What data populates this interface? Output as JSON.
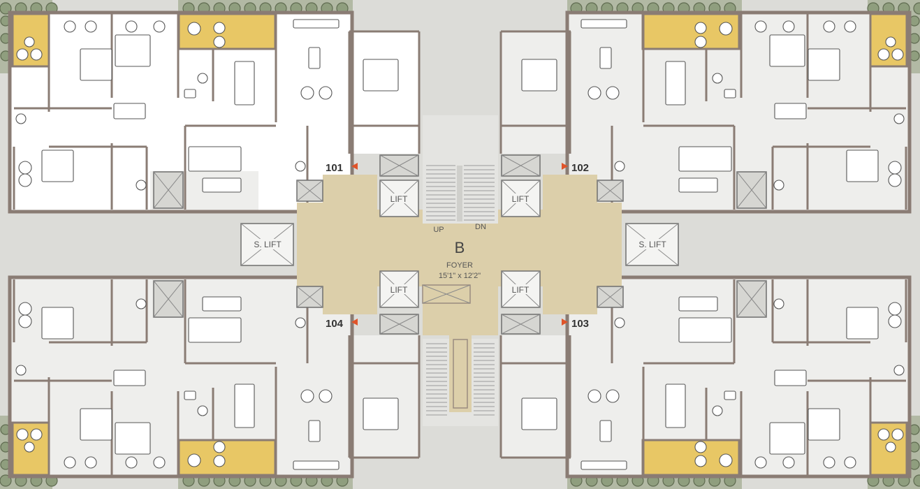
{
  "plan": {
    "block": "B",
    "foyer_name": "FOYER",
    "foyer_size": "15'1\" x 12'2\"",
    "stairs": {
      "up": "UP",
      "down": "DN"
    },
    "units": [
      {
        "id": "unit-101",
        "label": "101"
      },
      {
        "id": "unit-102",
        "label": "102"
      },
      {
        "id": "unit-103",
        "label": "103"
      },
      {
        "id": "unit-104",
        "label": "104"
      }
    ],
    "lifts": [
      "LIFT",
      "LIFT",
      "LIFT",
      "LIFT"
    ],
    "service_lifts": [
      "S. LIFT",
      "S. LIFT"
    ],
    "colors": {
      "highlight_unit": "#ffffff",
      "other_units": "#eeeeec",
      "foyer": "#dccfaa",
      "balcony": "#e8c765",
      "walls": "#8a7c74",
      "unit_marker": "#e0542a"
    }
  }
}
